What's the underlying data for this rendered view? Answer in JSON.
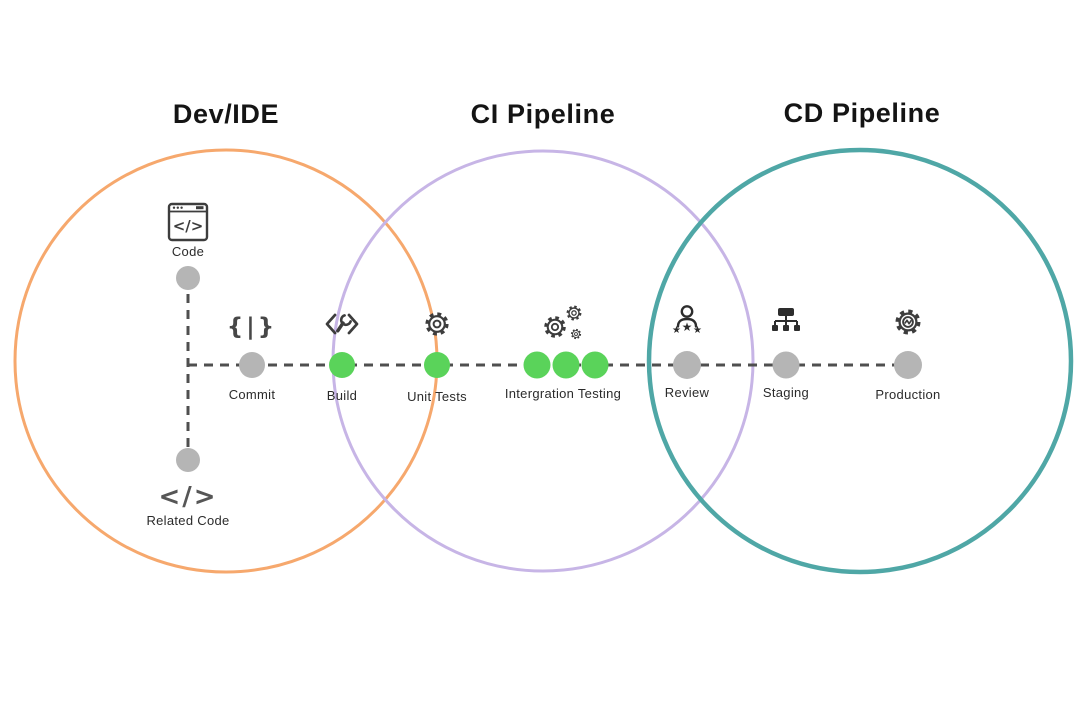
{
  "titles": {
    "dev": "Dev/IDE",
    "ci": "CI Pipeline",
    "cd": "CD Pipeline"
  },
  "branch": {
    "code_label": "Code",
    "related_code_label": "Related Code"
  },
  "stages": [
    {
      "label": "Commit",
      "icon": "commit-braces-icon",
      "status": "inactive",
      "dot_count": 1
    },
    {
      "label": "Build",
      "icon": "build-wrench-icon",
      "status": "active",
      "dot_count": 1
    },
    {
      "label": "Unit Tests",
      "icon": "gear-icon",
      "status": "active",
      "dot_count": 1
    },
    {
      "label": "Intergration Testing",
      "icon": "gears-icon",
      "status": "active",
      "dot_count": 3
    },
    {
      "label": "Review",
      "icon": "person-stars-icon",
      "status": "inactive",
      "dot_count": 1
    },
    {
      "label": "Staging",
      "icon": "sitemap-icon",
      "status": "inactive",
      "dot_count": 1
    },
    {
      "label": "Production",
      "icon": "gear-check-icon",
      "status": "inactive",
      "dot_count": 1
    }
  ],
  "icons": {
    "code_glyph": "</>",
    "commit_glyph": "{|}",
    "related_code_glyph": "</>"
  },
  "colors": {
    "dev_circle": "#F6A86D",
    "ci_circle": "#C7B5E6",
    "cd_circle": "#4FA7A6",
    "active_dot": "#5AD35A",
    "inactive_dot": "#B5B5B5",
    "dashed_line": "#4F4F4F",
    "icon_stroke": "#3D3D3D",
    "background": "#FFFFFF"
  }
}
